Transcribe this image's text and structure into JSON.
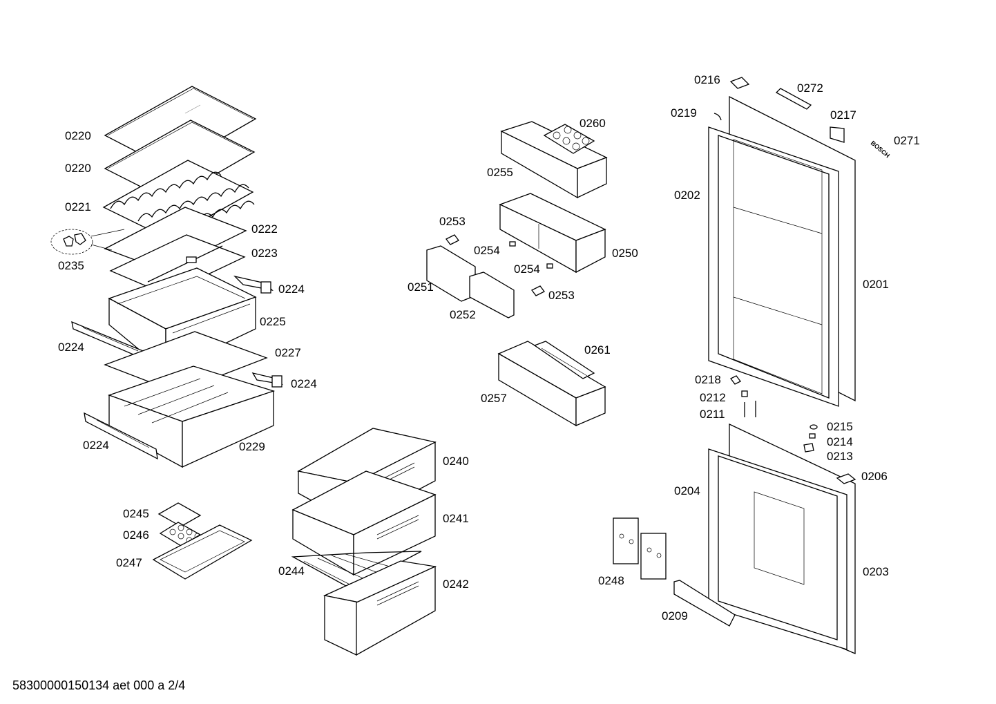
{
  "diagram": {
    "footer": "58300000150134 aet 000 a 2/4",
    "brand_mark": "BOSCH",
    "parts": [
      {
        "id": "p0220a",
        "label": "0220"
      },
      {
        "id": "p0220b",
        "label": "0220"
      },
      {
        "id": "p0221",
        "label": "0221"
      },
      {
        "id": "p0222",
        "label": "0222"
      },
      {
        "id": "p0223",
        "label": "0223"
      },
      {
        "id": "p0235",
        "label": "0235"
      },
      {
        "id": "p0224a",
        "label": "0224"
      },
      {
        "id": "p0225",
        "label": "0225"
      },
      {
        "id": "p0224b",
        "label": "0224"
      },
      {
        "id": "p0227",
        "label": "0227"
      },
      {
        "id": "p0224c",
        "label": "0224"
      },
      {
        "id": "p0224d",
        "label": "0224"
      },
      {
        "id": "p0229",
        "label": "0229"
      },
      {
        "id": "p0245",
        "label": "0245"
      },
      {
        "id": "p0246",
        "label": "0246"
      },
      {
        "id": "p0247",
        "label": "0247"
      },
      {
        "id": "p0260",
        "label": "0260"
      },
      {
        "id": "p0255",
        "label": "0255"
      },
      {
        "id": "p0253a",
        "label": "0253"
      },
      {
        "id": "p0254a",
        "label": "0254"
      },
      {
        "id": "p0254b",
        "label": "0254"
      },
      {
        "id": "p0250",
        "label": "0250"
      },
      {
        "id": "p0251",
        "label": "0251"
      },
      {
        "id": "p0253b",
        "label": "0253"
      },
      {
        "id": "p0252",
        "label": "0252"
      },
      {
        "id": "p0261",
        "label": "0261"
      },
      {
        "id": "p0257",
        "label": "0257"
      },
      {
        "id": "p0240",
        "label": "0240"
      },
      {
        "id": "p0241",
        "label": "0241"
      },
      {
        "id": "p0244",
        "label": "0244"
      },
      {
        "id": "p0242",
        "label": "0242"
      },
      {
        "id": "p0216",
        "label": "0216"
      },
      {
        "id": "p0272",
        "label": "0272"
      },
      {
        "id": "p0219",
        "label": "0219"
      },
      {
        "id": "p0217",
        "label": "0217"
      },
      {
        "id": "p0271",
        "label": "0271"
      },
      {
        "id": "p0202",
        "label": "0202"
      },
      {
        "id": "p0201",
        "label": "0201"
      },
      {
        "id": "p0218",
        "label": "0218"
      },
      {
        "id": "p0212",
        "label": "0212"
      },
      {
        "id": "p0211",
        "label": "0211"
      },
      {
        "id": "p0215",
        "label": "0215"
      },
      {
        "id": "p0214",
        "label": "0214"
      },
      {
        "id": "p0213",
        "label": "0213"
      },
      {
        "id": "p0206",
        "label": "0206"
      },
      {
        "id": "p0204",
        "label": "0204"
      },
      {
        "id": "p0203",
        "label": "0203"
      },
      {
        "id": "p0248",
        "label": "0248"
      },
      {
        "id": "p0209",
        "label": "0209"
      }
    ]
  }
}
